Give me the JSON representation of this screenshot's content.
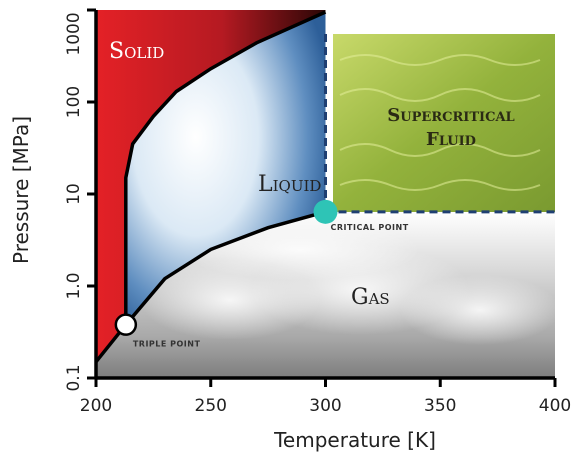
{
  "chart_data": {
    "type": "area",
    "title": "",
    "xlabel": "Temperature [K]",
    "ylabel": "Pressure [MPa]",
    "x_ticks": [
      "200",
      "250",
      "300",
      "350",
      "400"
    ],
    "y_ticks": [
      "0.1",
      "1.0",
      "10",
      "100",
      "1000"
    ],
    "xlim": [
      200,
      400
    ],
    "ylim": [
      0.1,
      1000
    ],
    "y_scale": "log",
    "grid": false,
    "regions": [
      {
        "name": "Solid",
        "label": "Solid",
        "color": "#d42026"
      },
      {
        "name": "Liquid",
        "label": "Liquid",
        "color": "#ffffff"
      },
      {
        "name": "Supercritical Fluid",
        "label": "Supercritical Fluid",
        "color": "#8fae3a"
      },
      {
        "name": "Gas",
        "label": "Gas",
        "color": "#9a9a9a"
      }
    ],
    "points": [
      {
        "name": "triple point",
        "label": "TRIPLE POINT",
        "x": 213,
        "y": 0.38,
        "color": "#ffffff"
      },
      {
        "name": "critical point",
        "label": "CRITICAL POINT",
        "x": 300,
        "y": 6.4,
        "color": "#2ec4b6"
      }
    ],
    "curves": {
      "sublimation": [
        [
          200,
          0.15
        ],
        [
          213,
          0.38
        ]
      ],
      "melting": [
        [
          213,
          0.38
        ],
        [
          213,
          15
        ],
        [
          216,
          35
        ],
        [
          225,
          70
        ],
        [
          235,
          130
        ],
        [
          250,
          230
        ],
        [
          270,
          440
        ],
        [
          300,
          950
        ]
      ],
      "vaporization": [
        [
          213,
          0.38
        ],
        [
          230,
          1.2
        ],
        [
          250,
          2.5
        ],
        [
          275,
          4.3
        ],
        [
          300,
          6.4
        ]
      ]
    },
    "supercritical_boundaries": {
      "pressure": 6.4,
      "temperature": 300
    }
  }
}
